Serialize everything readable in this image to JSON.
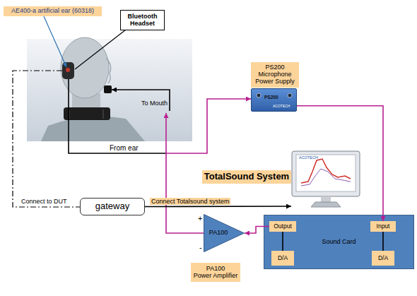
{
  "diagram": {
    "nodes": [
      {
        "text": [
          "AE400-a artificial ear (60318)"
        ]
      },
      {
        "text": [
          "Bluetooth Headset"
        ]
      },
      {
        "text": [
          "PS200 Microphone Power Supply"
        ]
      },
      {
        "text": [
          "PS200",
          "ACOTECH"
        ]
      },
      {
        "text": [
          "TotalSound System"
        ]
      },
      {
        "text": [
          "ACOTECH"
        ]
      },
      {
        "text": [
          "gateway"
        ]
      },
      {
        "text": [
          "PA100"
        ]
      },
      {
        "text": [
          "Sound Card"
        ]
      },
      {
        "text": [
          "Output"
        ],
        "in": 8
      },
      {
        "text": [
          "Input"
        ],
        "in": 8
      },
      {
        "text": [
          "D/A"
        ],
        "in": 8
      },
      {
        "text": [
          "D/A"
        ],
        "in": 8
      },
      {
        "text": [
          "PA100 Power Amplifier"
        ]
      }
    ],
    "edges": [
      {
        "from": 6,
        "to": 5,
        "arrow": "to",
        "label": "Connect Totalsound system"
      },
      {
        "from": 3,
        "to": 10,
        "arrow": "to"
      },
      {
        "from": 9,
        "to": 7,
        "arrow": "to"
      },
      {
        "from": 9,
        "to": 11,
        "arrow": "none"
      },
      {
        "from": 10,
        "to": 12,
        "arrow": "none"
      }
    ],
    "labels": [
      "To Mouth",
      "From ear",
      "Connect to DUT",
      "+",
      "-"
    ]
  }
}
